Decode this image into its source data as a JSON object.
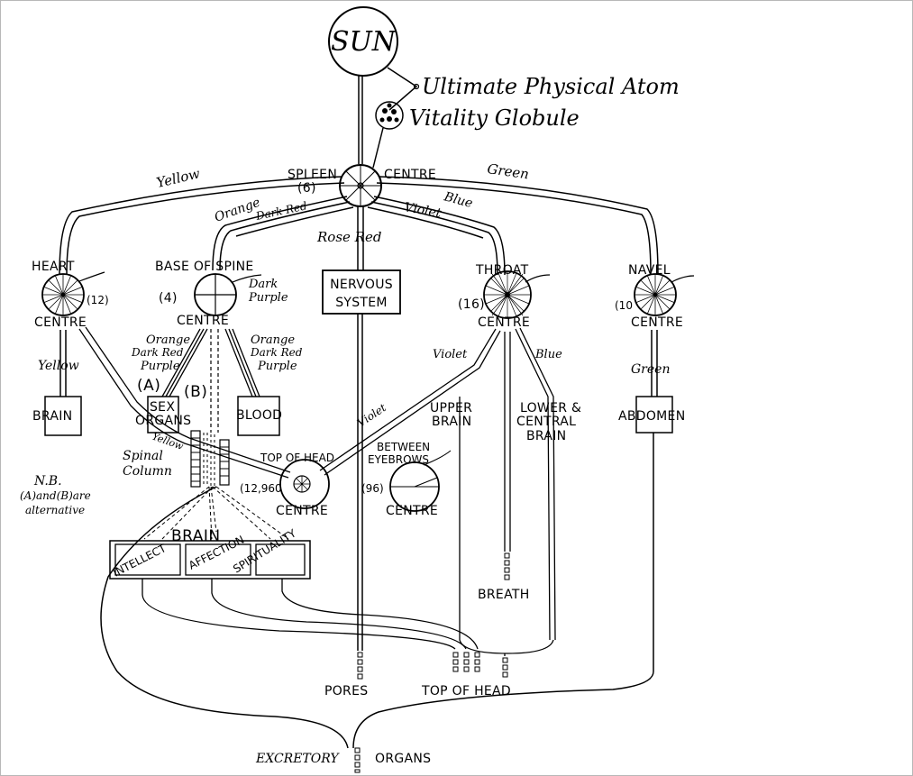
{
  "labels": {
    "sun": "SUN",
    "atom": "Ultimate Physical Atom",
    "globule": "Vitality Globule",
    "spleen": "SPLEEN",
    "spleen_num": "(6)",
    "spleen_centre": "CENTRE",
    "yellow_top": "Yellow",
    "green_top": "Green",
    "orange_top": "Orange",
    "dark_red_top": "Dark Red",
    "blue_top": "Blue",
    "violet_top": "Violet",
    "rose_red": "Rose Red",
    "heart": "HEART",
    "heart_num": "(12)",
    "heart_centre": "CENTRE",
    "base_spine": "BASE OF SPINE",
    "base_num": "(4)",
    "base_centre": "CENTRE",
    "dark_purple_1": "Dark",
    "dark_purple_2": "Purple",
    "nervous_1": "NERVOUS",
    "nervous_2": "SYSTEM",
    "throat": "THROAT",
    "throat_num": "(16)",
    "throat_centre": "CENTRE",
    "navel": "NAVEL",
    "navel_num": "(10",
    "navel_centre": "CENTRE",
    "yellow_left": "Yellow",
    "brain_left": "BRAIN",
    "orange_l": "Orange",
    "dark_red_l": "Dark Red",
    "purple_l": "Purple",
    "orange_r": "Orange",
    "dark_red_r": "Dark Red",
    "purple_r": "Purple",
    "a_label": "(A)",
    "b_label": "(B)",
    "sex_1": "SEX",
    "sex_2": "ORGANS",
    "blood": "BLOOD",
    "violet_throat": "Violet",
    "blue_throat": "Blue",
    "violet_diag": "Violet",
    "upper_brain_1": "UPPER",
    "upper_brain_2": "BRAIN",
    "lower_1": "LOWER &",
    "lower_2": "CENTRAL",
    "lower_3": "BRAIN",
    "green_navel": "Green",
    "abdomen": "ABDOMEN",
    "yellow_diag": "Yellow",
    "spinal_1": "Spinal",
    "spinal_2": "Column",
    "nb_1": "N.B.",
    "nb_2": "(A)and(B)are",
    "nb_3": "alternative",
    "top_head": "TOP OF HEAD",
    "top_head_num": "(12,960",
    "top_head_centre": "CENTRE",
    "between_1": "BETWEEN",
    "between_2": "EYEBROWS",
    "between_num": "(96)",
    "between_centre": "CENTRE",
    "brain_big": "BRAIN",
    "intellect": "INTELLECT",
    "affection": "AFFECTION",
    "spirituality": "SPIRITUALITY",
    "breath": "BREATH",
    "pores": "PORES",
    "top_head_bottom": "TOP OF HEAD",
    "excretory": "EXCRETORY",
    "organs": "ORGANS"
  }
}
